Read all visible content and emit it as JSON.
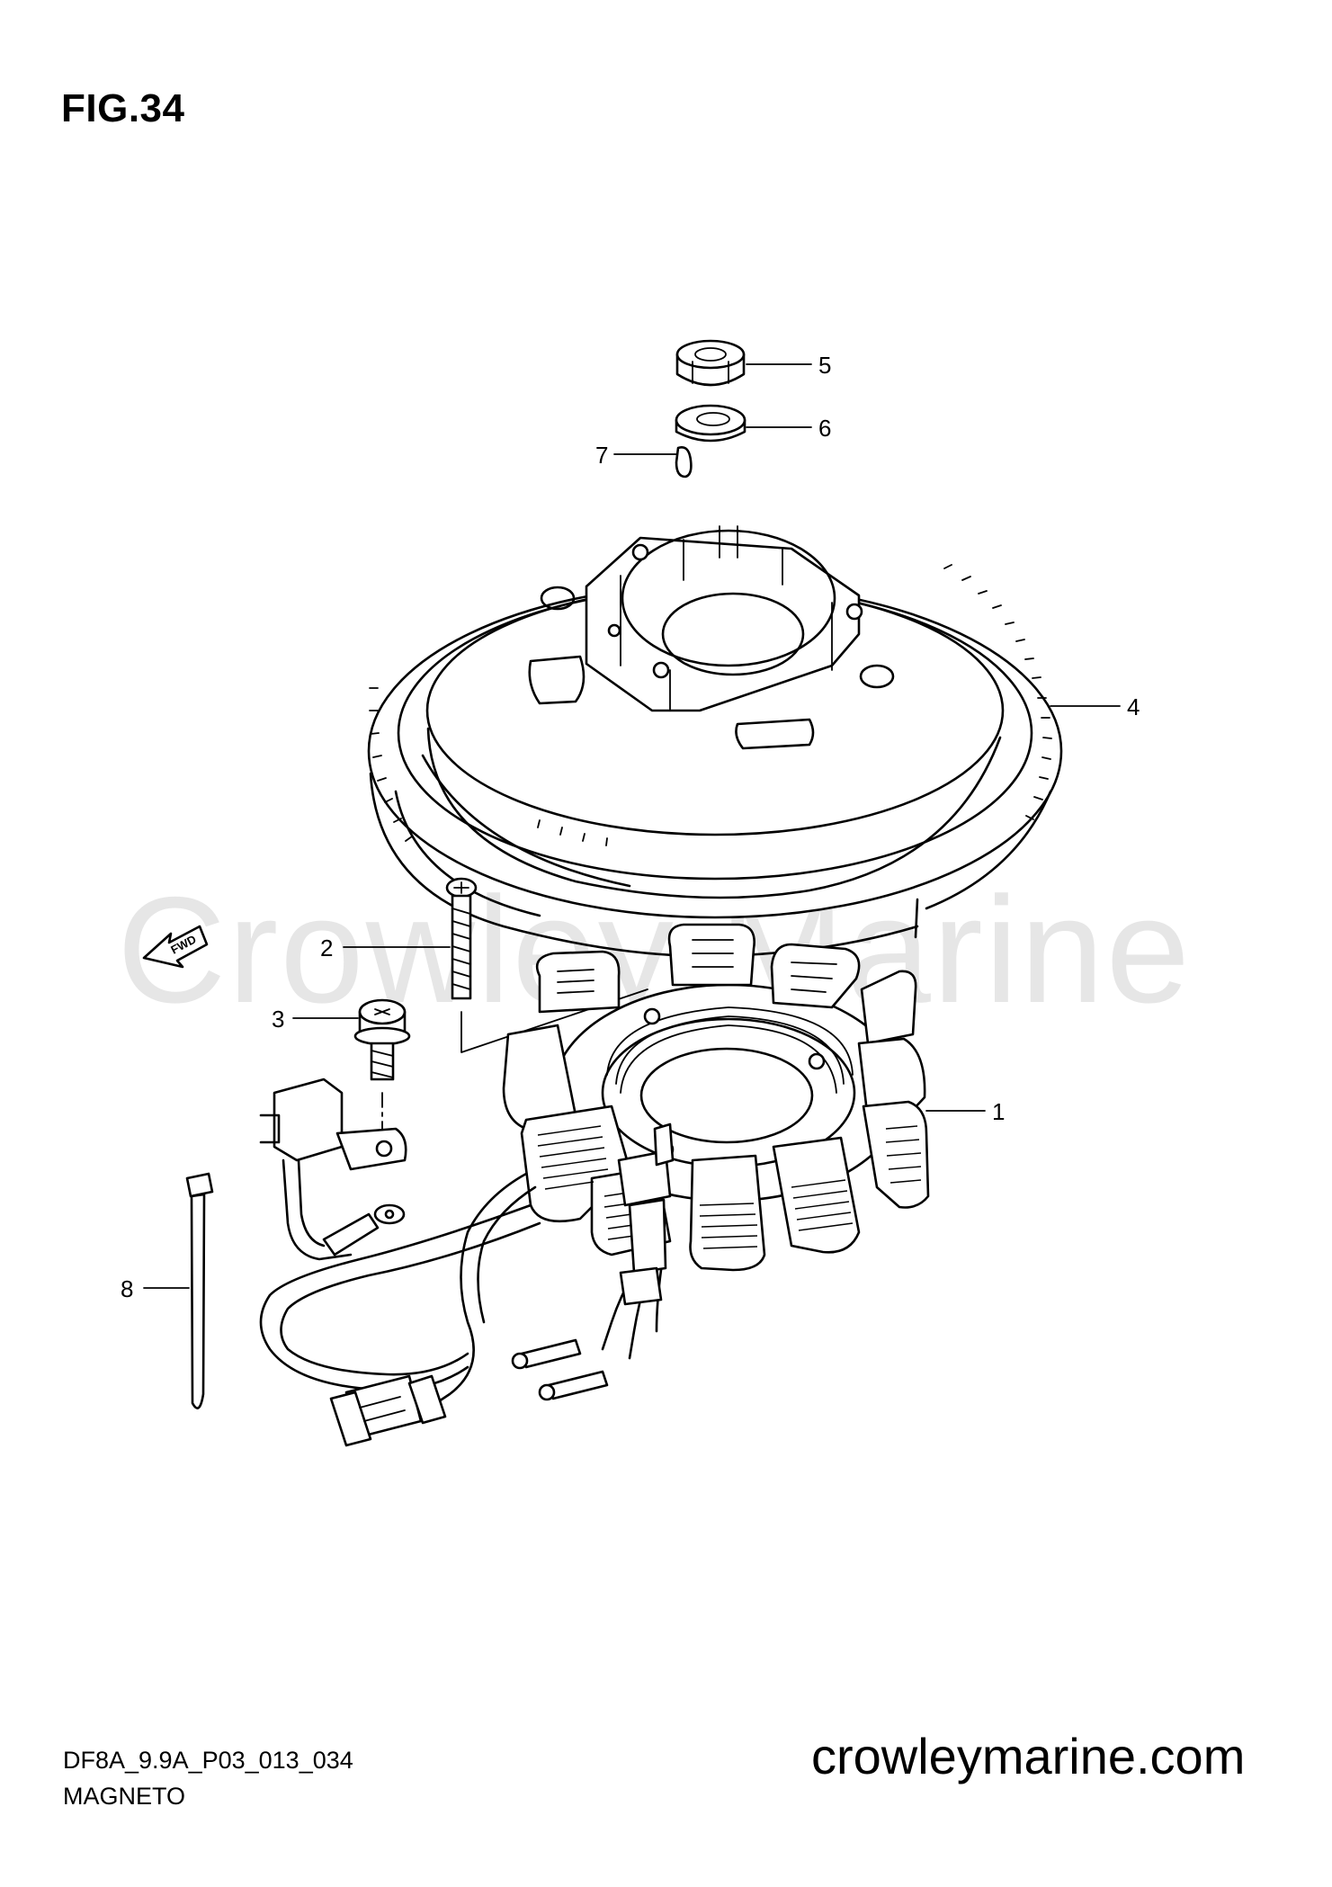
{
  "figure": {
    "title": "FIG.34"
  },
  "watermark": "Crowley Marine",
  "fwd_arrow": {
    "label": "FWD"
  },
  "callouts": [
    {
      "number": "1",
      "part": "stator"
    },
    {
      "number": "2",
      "part": "screw"
    },
    {
      "number": "3",
      "part": "bolt"
    },
    {
      "number": "4",
      "part": "flywheel-rotor"
    },
    {
      "number": "5",
      "part": "nut"
    },
    {
      "number": "6",
      "part": "washer"
    },
    {
      "number": "7",
      "part": "key"
    },
    {
      "number": "8",
      "part": "cable-tie"
    }
  ],
  "footer": {
    "diagram_code": "DF8A_9.9A_P03_013_034",
    "section_name": "MAGNETO",
    "website": "crowleymarine.com"
  }
}
